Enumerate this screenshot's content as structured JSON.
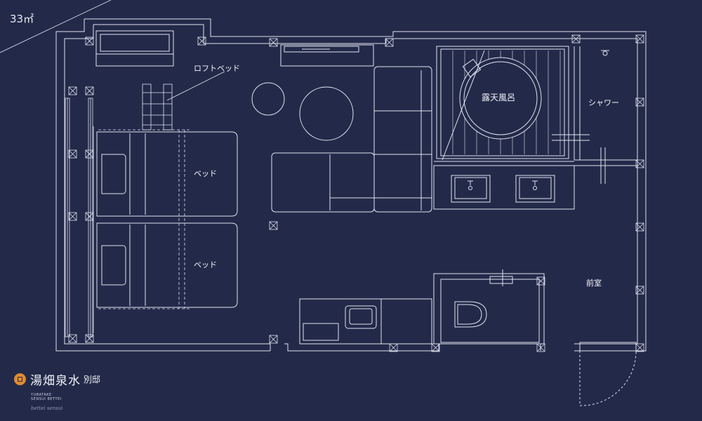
{
  "area": "33㎡",
  "labels": {
    "loft_bed": "ロフトベッド",
    "bed_upper": "ベッド",
    "bed_lower": "ベッド",
    "bath": "露天風呂",
    "shower": "シャワー",
    "anteroom": "前室"
  },
  "logo": {
    "name": "湯畑泉水",
    "suffix": "別邸",
    "roman_line1": "YUBATAKE",
    "roman_line2": "SENSUI BETTEI",
    "script": "bettei sensui"
  },
  "colors": {
    "background": "#232a49",
    "line": "#dfe3f0",
    "accent": "#e08b2f"
  }
}
